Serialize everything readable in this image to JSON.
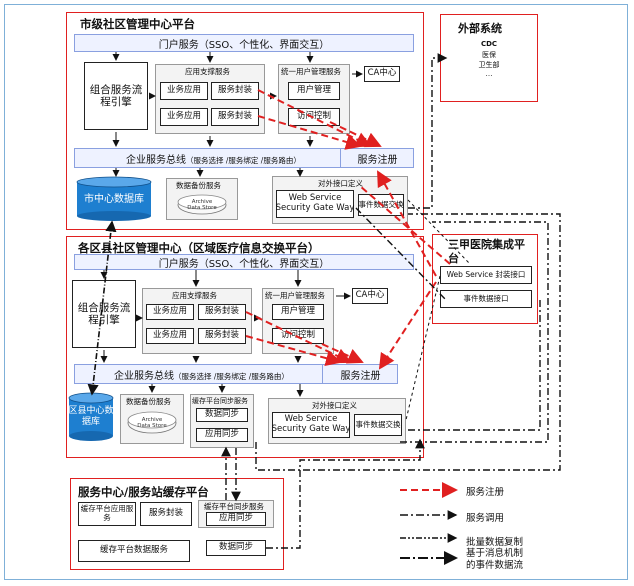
{
  "regions": {
    "city": {
      "title": "市级社区管理中心平台",
      "portal": "门户服务（SSO、个性化、界面交互）",
      "engine": "组合服务流程引擎",
      "app_support": {
        "title": "应用支撑服务",
        "items": [
          "业务应用",
          "服务封装",
          "业务应用",
          "服务封装"
        ]
      },
      "user_mgmt": {
        "title": "统一用户管理服务",
        "items": [
          "用户管理",
          "访问控制"
        ]
      },
      "ca": "CA中心",
      "bus": {
        "main": "企业服务总线",
        "sub": "（服务选择 /服务绑定 /服务路由）",
        "register": "服务注册"
      },
      "db": "市中心数据库",
      "backup": {
        "title": "数据备份服务",
        "archive": [
          "Archive",
          "Data Store"
        ]
      },
      "ext_iface": {
        "title": "对外接口定义",
        "ws": [
          "Web Service",
          "Security Gate Way"
        ],
        "event": "事件数据交换"
      }
    },
    "external": {
      "title": "外部系统",
      "items": [
        "CDC",
        "医保",
        "卫生部",
        "…"
      ]
    },
    "district": {
      "title": "各区县社区管理中心（区域医疗信息交换平台）",
      "portal": "门户服务（SSO、个性化、界面交互）",
      "engine": "组合服务流程引擎",
      "app_support": {
        "title": "应用支撑服务",
        "items": [
          "业务应用",
          "服务封装",
          "业务应用",
          "服务封装"
        ]
      },
      "user_mgmt": {
        "title": "统一用户管理服务",
        "items": [
          "用户管理",
          "访问控制"
        ]
      },
      "ca": "CA中心",
      "bus": {
        "main": "企业服务总线",
        "sub": "（服务选择 /服务绑定 /服务路由）",
        "register": "服务注册"
      },
      "db": "区县中心数据库",
      "backup": {
        "title": "数据备份服务",
        "archive": [
          "Archive",
          "Data Store"
        ]
      },
      "cache_sync": {
        "title": "缓存平台同步服务",
        "items": [
          "数据同步",
          "应用同步"
        ]
      },
      "ext_iface": {
        "title": "对外接口定义",
        "ws": [
          "Web Service",
          "Security Gate Way"
        ],
        "event": "事件数据交换"
      }
    },
    "hospital": {
      "title": "三甲医院集成平台",
      "items": [
        "Web Service  封装接口",
        "事件数据接口"
      ]
    },
    "service_station": {
      "title": "服务中心/服务站缓存平台",
      "cache_app": "缓存平台应用服务",
      "wrap": "服务封装",
      "sync": {
        "title": "缓存平台同步服务",
        "items": [
          "应用同步",
          "数据同步"
        ]
      },
      "data_service": "缓存平台数据服务"
    }
  },
  "legend": [
    {
      "label": "服务注册",
      "style": "red-dashed-arrow"
    },
    {
      "label": "服务调用",
      "style": "dash-dot-arrow"
    },
    {
      "label": "批量数据复制",
      "style": "dash-dot-dot-arrow"
    },
    {
      "label": "基于消息机制\n的事件数据流",
      "style": "long-dash-dot-arrow"
    }
  ],
  "colors": {
    "region_border": "#e02020",
    "bar_fill": "#eef2ff",
    "db_fill": "#1e7fd0",
    "registration_arrow": "#e02020"
  }
}
